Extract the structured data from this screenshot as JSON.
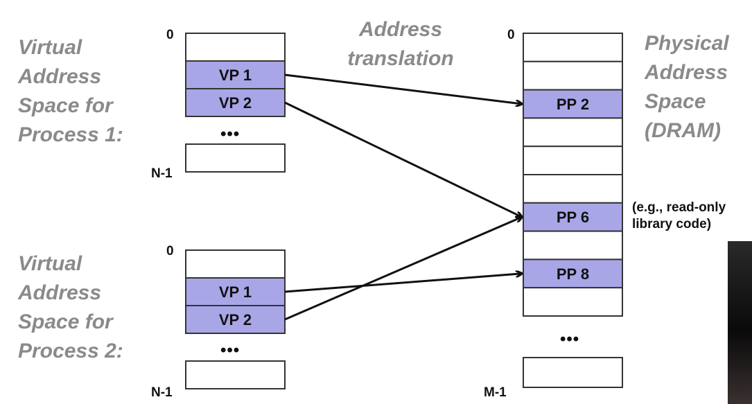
{
  "vas1": {
    "title_lines": [
      "Virtual",
      "Address",
      "Space for",
      "Process 1:"
    ],
    "top_index": "0",
    "bottom_index": "N-1",
    "ellipsis": "•••",
    "cells": [
      "",
      "VP 1",
      "VP 2"
    ],
    "last_cell": ""
  },
  "vas2": {
    "title_lines": [
      "Virtual",
      "Address",
      "Space for",
      "Process 2:"
    ],
    "top_index": "0",
    "bottom_index": "N-1",
    "ellipsis": "•••",
    "cells": [
      "",
      "VP 1",
      "VP 2"
    ],
    "last_cell": ""
  },
  "translation_label_lines": [
    "Address",
    "translation"
  ],
  "pas": {
    "title_lines": [
      "Physical",
      "Address",
      "Space",
      "(DRAM)"
    ],
    "top_index": "0",
    "bottom_index": "M-1",
    "ellipsis": "•••",
    "cells": [
      "",
      "",
      "PP 2",
      "",
      "",
      "",
      "PP 6",
      "",
      "PP 8",
      ""
    ],
    "last_cell": ""
  },
  "note_lines": [
    "(e.g., read-only",
    "library code)"
  ],
  "mappings": [
    {
      "from": "Process 1 VP 1",
      "to": "PP 2"
    },
    {
      "from": "Process 1 VP 2",
      "to": "PP 6"
    },
    {
      "from": "Process 2 VP 1",
      "to": "PP 8"
    },
    {
      "from": "Process 2 VP 2",
      "to": "PP 6"
    }
  ],
  "colors": {
    "highlight": "#a9a6e8",
    "label_gray": "#8a8a8a"
  }
}
